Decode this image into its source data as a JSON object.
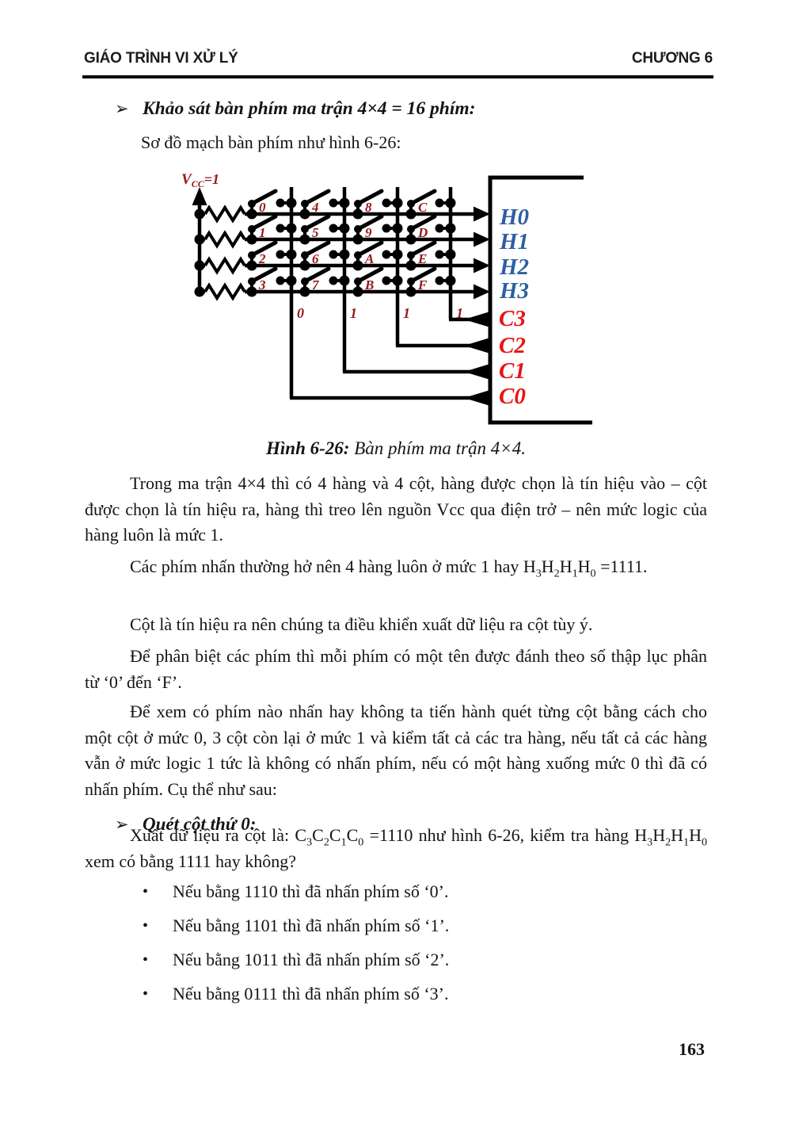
{
  "header": {
    "left": "GIÁO TRÌNH VI XỬ LÝ",
    "right": "CHƯƠNG 6"
  },
  "content": {
    "h1_marker": "➢",
    "h1": "Khảo sát bàn phím ma trận 4×4 = 16 phím:",
    "intro": "Sơ đồ mạch bàn phím như hình 6-26:",
    "paragraphs": [
      "Trong ma trận 4×4 thì có 4 hàng và 4 cột, hàng được chọn là tín hiệu vào – cột được chọn là tín hiệu ra, hàng thì treo lên nguồn Vcc qua điện trở – nên mức logic của hàng luôn là mức 1.",
      "Các phím nhấn thường hở nên 4 hàng luôn ở mức 1 hay H~3~H~2~H~1~H~0~ =1111.",
      "Cột là tín hiệu ra nên chúng ta điều khiển xuất dữ liệu ra cột tùy ý.",
      "Để phân biệt các phím thì mỗi phím có một tên được đánh theo số thập lục phân từ ‘0’ đến ‘F’.",
      "Để xem có phím nào nhấn hay không ta tiến hành quét từng cột bằng cách cho một cột ở mức 0, 3 cột còn lại ở mức 1 và kiểm tất cả các tra hàng, nếu tất cả các hàng vẫn ở mức logic 1 tức là không có nhấn phím, nếu có một hàng xuống mức 0 thì đã có nhấn phím. Cụ thể như sau:"
    ],
    "h2_marker": "➢",
    "h2": "Quét cột thứ 0:",
    "p6": "Xuất dữ liệu ra cột là: C~3~C~2~C~1~C~0~ =1110 như hình 6-26, kiểm tra hàng H~3~H~2~H~1~H~0~ xem có bằng 1111 hay không?",
    "bullet_marker": "•",
    "bullets": [
      "Nếu bằng 1110 thì đã nhấn phím số ‘0’.",
      "Nếu bằng 1101 thì đã nhấn phím số ‘1’.",
      "Nếu bằng 1011 thì đã nhấn phím số ‘2’.",
      "Nếu bằng 0111 thì đã nhấn phím số ‘3’."
    ],
    "page_number": "163"
  },
  "figure": {
    "caption_label": "Hình 6-26:",
    "caption_text": " Bàn phím ma trận 4×4.",
    "vcc": {
      "base": "V",
      "sub": "CC",
      "eq": "=1"
    },
    "row_ports": [
      "H0",
      "H1",
      "H2",
      "H3"
    ],
    "col_ports": [
      "C3",
      "C2",
      "C1",
      "C0"
    ],
    "col_scan_values": [
      "0",
      "1",
      "1",
      "1"
    ],
    "key_rows": [
      [
        "0",
        "4",
        "8",
        "C"
      ],
      [
        "1",
        "5",
        "9",
        "D"
      ],
      [
        "2",
        "6",
        "A",
        "E"
      ],
      [
        "3",
        "7",
        "B",
        "F"
      ]
    ],
    "colors": {
      "port_row": "#2e5fa0",
      "port_col": "#ea1313",
      "key_label": "#951717",
      "wire": "#000000"
    }
  }
}
